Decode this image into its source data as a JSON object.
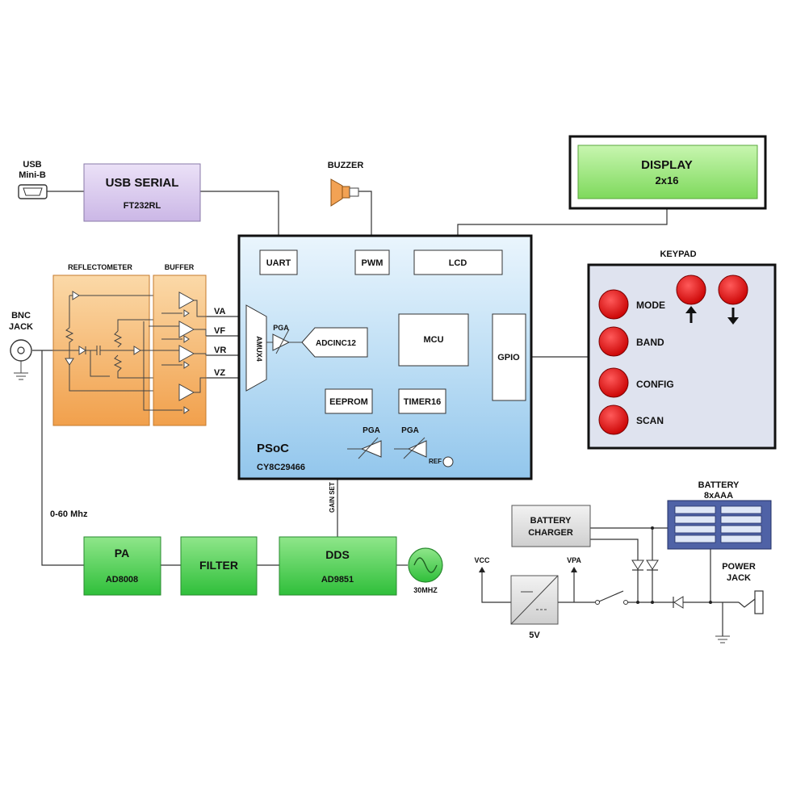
{
  "usb_connector": {
    "line1": "USB",
    "line2": "Mini-B"
  },
  "usb_serial": {
    "title": "USB SERIAL",
    "part": "FT232RL"
  },
  "buzzer": {
    "label": "BUZZER"
  },
  "display": {
    "line1": "DISPLAY",
    "line2": "2x16"
  },
  "reflectometer": {
    "label": "REFLECTOMETER"
  },
  "buffer": {
    "label": "BUFFER"
  },
  "bnc": {
    "line1": "BNC",
    "line2": "JACK"
  },
  "signals": {
    "va": "VA",
    "vf": "VF",
    "vr": "VR",
    "vz": "VZ"
  },
  "psoc": {
    "name": "PSoC",
    "part": "CY8C29466",
    "uart": "UART",
    "pwm": "PWM",
    "lcd": "LCD",
    "amux": "AMUX4",
    "pga_top": "PGA",
    "adc": "ADCINC12",
    "mcu": "MCU",
    "gpio": "GPIO",
    "eeprom": "EEPROM",
    "timer": "TIMER16",
    "pga1": "PGA",
    "pga2": "PGA",
    "ref": "REF"
  },
  "keypad": {
    "title": "KEYPAD",
    "buttons": [
      "MODE",
      "BAND",
      "CONFIG",
      "SCAN"
    ],
    "arrows": [
      "up-arrow-icon",
      "down-arrow-icon"
    ]
  },
  "freq_range": "0-60 Mhz",
  "gain_set": "GAIN SET",
  "pa": {
    "title": "PA",
    "part": "AD8008"
  },
  "filter": {
    "title": "FILTER"
  },
  "dds": {
    "title": "DDS",
    "part": "AD9851"
  },
  "osc": {
    "freq": "30MHZ"
  },
  "battery": {
    "line1": "BATTERY",
    "line2": "8xAAA"
  },
  "charger": {
    "line1": "BATTERY",
    "line2": "CHARGER"
  },
  "power": {
    "vcc": "VCC",
    "vpa": "VPA",
    "regulator": "5V",
    "jack_line1": "POWER",
    "jack_line2": "JACK"
  },
  "colors": {
    "usb_fill": "#d9c9ee",
    "display_fill": "#9be87a",
    "psoc_fill": "#b9dcf4",
    "orange_fill": "#f6b36a",
    "green_fill": "#4fcf4a",
    "keypad_fill": "#dfe3ef",
    "key_red": "#e00000",
    "battery_fill": "#4f62a6"
  }
}
